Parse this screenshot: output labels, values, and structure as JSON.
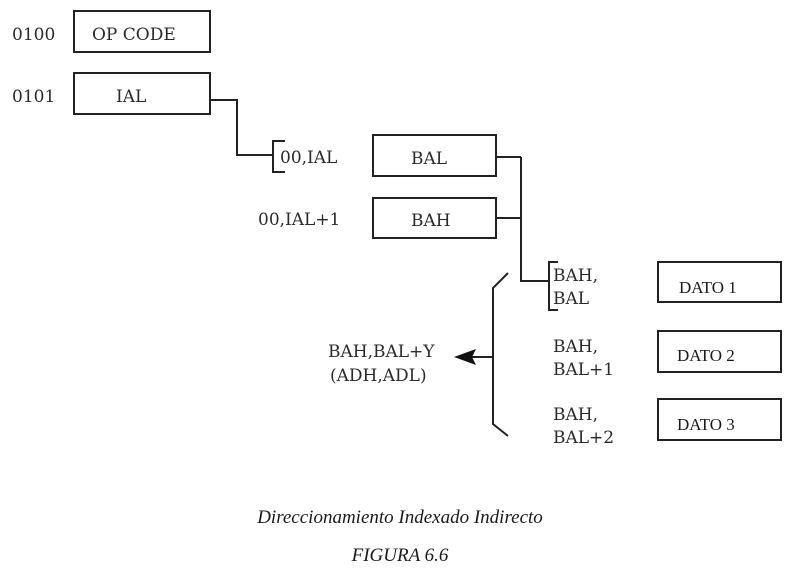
{
  "diagram": {
    "memory": [
      {
        "address": "0100",
        "content": "OP CODE"
      },
      {
        "address": "0101",
        "content": "IAL"
      }
    ],
    "zero_page": [
      {
        "address": "00,IAL",
        "content": "BAL"
      },
      {
        "address": "00,IAL+1",
        "content": "BAH"
      }
    ],
    "data": [
      {
        "address_line1": "BAH,",
        "address_line2": "BAL",
        "content": "DATO 1"
      },
      {
        "address_line1": "BAH,",
        "address_line2": "BAL+1",
        "content": "DATO 2"
      },
      {
        "address_line1": "BAH,",
        "address_line2": "BAL+2",
        "content": "DATO 3"
      }
    ],
    "effective": {
      "line1": "BAH,BAL+Y",
      "line2": "(ADH,ADL)"
    }
  },
  "caption": {
    "title": "Direccionamiento Indexado Indirecto",
    "figure": "FIGURA 6.6"
  }
}
